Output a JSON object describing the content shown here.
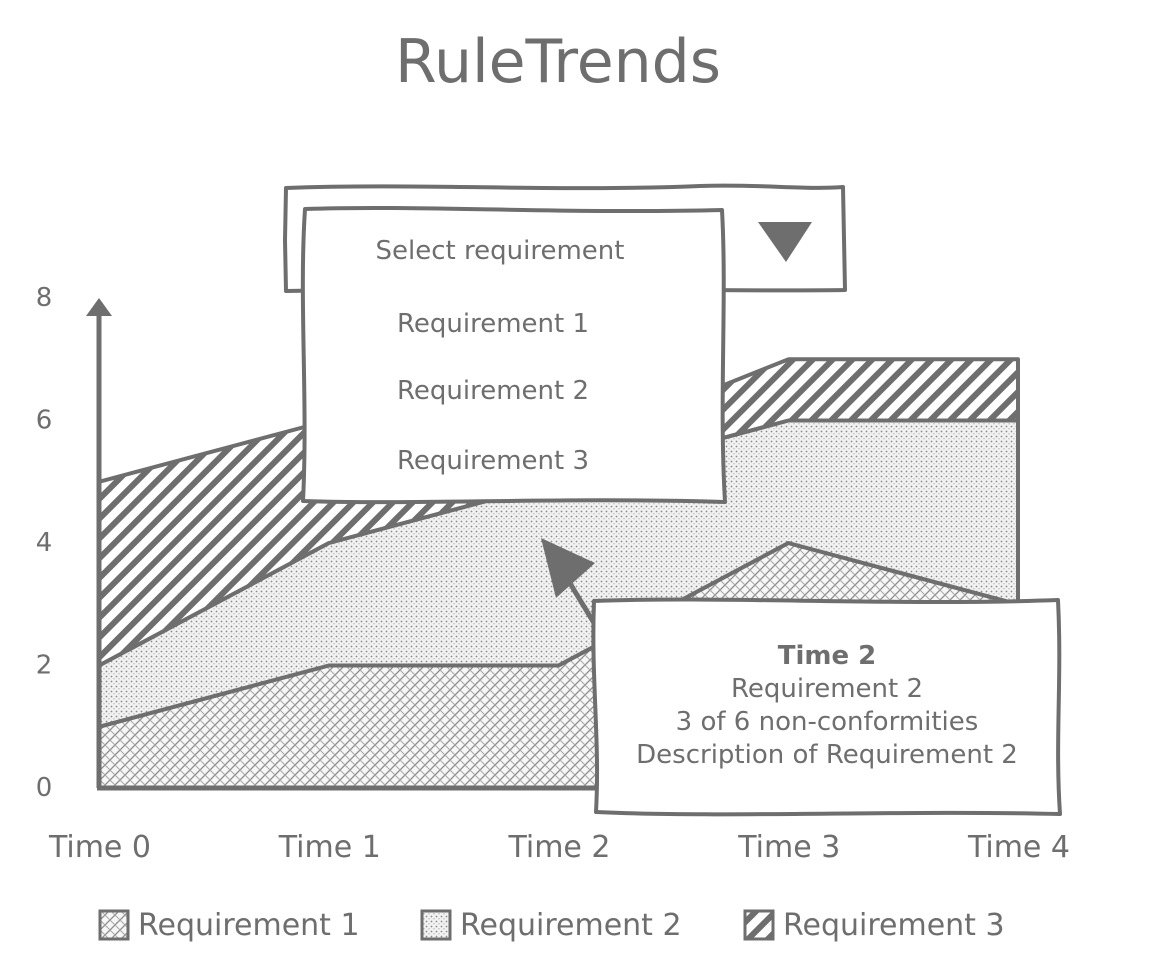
{
  "app": {
    "title": "RuleTrends"
  },
  "selector": {
    "placeholder": "Select requirement",
    "options": [
      "Requirement 1",
      "Requirement 2",
      "Requirement 3"
    ],
    "toggle_icon": "triangle-down-icon"
  },
  "tooltip": {
    "title": "Time 2",
    "requirement": "Requirement 2",
    "count_text": "3 of 6 non-conformities",
    "description": "Description of Requirement 2"
  },
  "colors": {
    "ink": "#6e6e6e",
    "background": "#ffffff"
  },
  "chart_data": {
    "type": "area",
    "stacked": true,
    "title": "RuleTrends",
    "categories": [
      "Time 0",
      "Time 1",
      "Time 2",
      "Time 3",
      "Time 4"
    ],
    "series": [
      {
        "name": "Requirement 1",
        "values": [
          1,
          2,
          2,
          4,
          3
        ],
        "pattern": "crosshatch"
      },
      {
        "name": "Requirement 2",
        "values": [
          1,
          2,
          3,
          2,
          3
        ],
        "pattern": "dots"
      },
      {
        "name": "Requirement 3",
        "values": [
          3,
          2,
          0.5,
          1,
          1
        ],
        "pattern": "diagonal"
      }
    ],
    "ylim": [
      0,
      8
    ],
    "yticks": [
      "0",
      "2",
      "4",
      "6",
      "8"
    ],
    "xlabel": "",
    "ylabel": "",
    "grid": false,
    "legend": "bottom",
    "highlight": {
      "category": "Time 2",
      "series": "Requirement 2"
    }
  }
}
